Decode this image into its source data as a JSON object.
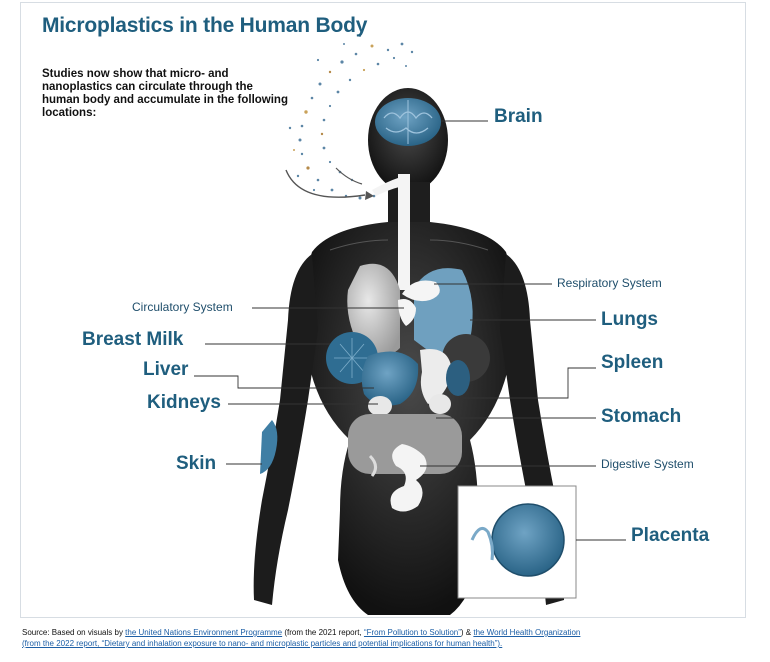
{
  "title": "Microplastics in the Human Body",
  "intro": "Studies now show that micro- and nanoplastics can circulate through the human body and accumulate in the following locations:",
  "labels": {
    "brain": "Brain",
    "respiratory_system": "Respiratory System",
    "circulatory_system": "Circulatory System",
    "lungs": "Lungs",
    "breast_milk": "Breast Milk",
    "liver": "Liver",
    "spleen": "Spleen",
    "kidneys": "Kidneys",
    "stomach": "Stomach",
    "skin": "Skin",
    "digestive_system": "Digestive System",
    "placenta": "Placenta"
  },
  "source": {
    "prefix": "Source: Based on visuals by ",
    "link1": "the United Nations Environment Programme",
    "mid1": " (from the 2021 report, ",
    "link2": "“From Pollution to Solution”",
    "mid2": ") & ",
    "link3": "the World Health Organization",
    "link4": "(from the 2022 report, “Dietary and inhalation exposure to nano- and microplastic particles and potential implications for human health”)."
  },
  "colors": {
    "accent": "#1f5e7e",
    "organ_blue": "#3f7ea4",
    "body_dark": "#1b1b1b",
    "connector": "#333333"
  }
}
